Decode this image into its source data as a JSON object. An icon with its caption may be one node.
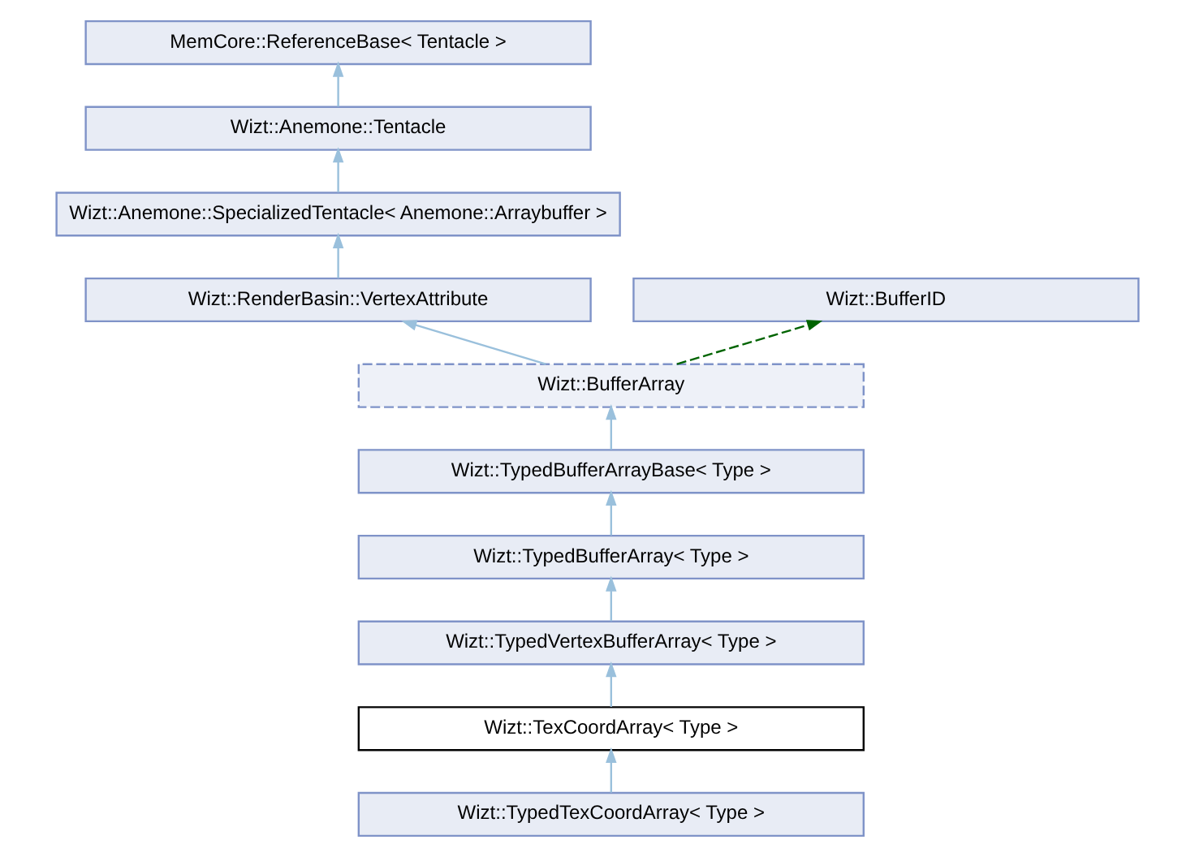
{
  "diagram": {
    "nodes": [
      {
        "text": [
          "MemCore::ReferenceBase< Tentacle >"
        ]
      },
      {
        "text": [
          "Wizt::Anemone::Tentacle"
        ]
      },
      {
        "text": [
          "Wizt::Anemone::SpecializedTentacle< Anemone::Arraybuffer >"
        ]
      },
      {
        "text": [
          "Wizt::RenderBasin::VertexAttribute"
        ]
      },
      {
        "text": [
          "Wizt::BufferID"
        ]
      },
      {
        "text": [
          "Wizt::BufferArray"
        ]
      },
      {
        "text": [
          "Wizt::TypedBufferArrayBase< Type >"
        ]
      },
      {
        "text": [
          "Wizt::TypedBufferArray< Type >"
        ]
      },
      {
        "text": [
          "Wizt::TypedVertexBufferArray< Type >"
        ]
      },
      {
        "text": [
          "Wizt::TexCoordArray< Type >"
        ]
      },
      {
        "text": [
          "Wizt::TypedTexCoordArray< Type >"
        ]
      }
    ],
    "edges": [
      {
        "from": 1,
        "to": 0,
        "arrow": "to"
      },
      {
        "from": 2,
        "to": 1,
        "arrow": "to"
      },
      {
        "from": 3,
        "to": 2,
        "arrow": "to"
      },
      {
        "from": 5,
        "to": 3,
        "arrow": "to"
      },
      {
        "from": 5,
        "to": 4,
        "arrow": "to",
        "style": "dashed",
        "color": "#006400"
      },
      {
        "from": 6,
        "to": 5,
        "arrow": "to"
      },
      {
        "from": 7,
        "to": 6,
        "arrow": "to"
      },
      {
        "from": 8,
        "to": 7,
        "arrow": "to"
      },
      {
        "from": 9,
        "to": 8,
        "arrow": "to"
      },
      {
        "from": 10,
        "to": 9,
        "arrow": "to"
      }
    ]
  }
}
